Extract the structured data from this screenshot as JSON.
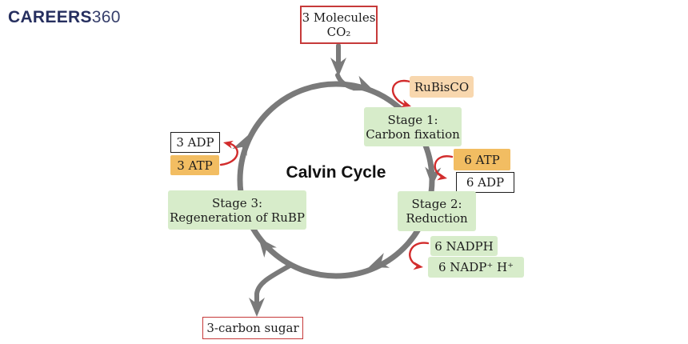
{
  "brand": {
    "bold": "CAREERS",
    "light": "360"
  },
  "title": "Calvin Cycle",
  "boxes": {
    "co2": {
      "line1": "3 Molecules",
      "line2": "CO₂"
    },
    "rubisco": "RuBisCO",
    "stage1": {
      "line1": "Stage 1:",
      "line2": "Carbon fixation"
    },
    "stage2": {
      "line1": "Stage 2:",
      "line2": "Reduction"
    },
    "stage3": {
      "line1": "Stage 3:",
      "line2": "Regeneration of RuBP"
    },
    "atp6": "6 ATP",
    "adp6": "6 ADP",
    "nadph": "6 NADPH",
    "nadp_h": "6 NADP⁺ H⁺",
    "adp3": "3 ADP",
    "atp3": "3 ATP",
    "sugar": "3-carbon sugar"
  },
  "colors": {
    "gray": "#7a7a7a",
    "red": "#d22c2c",
    "bred": "#c63a3a",
    "green": "#d7ecca",
    "orange": "#f2bd62",
    "peach": "#f8d7ae",
    "dark": "#1d1d1d",
    "navy": "#262f5f"
  }
}
